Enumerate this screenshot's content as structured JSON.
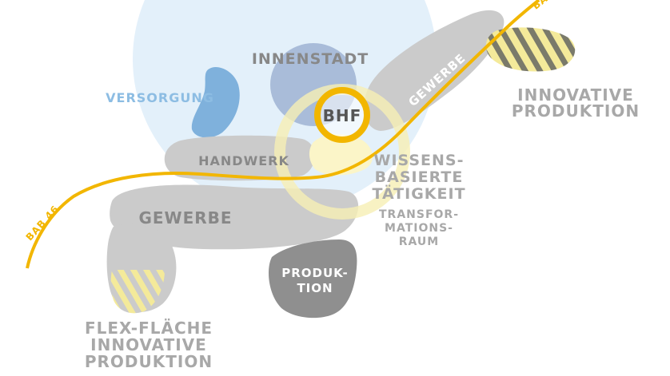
{
  "colors": {
    "background": "#ffffff",
    "city_circle": "#e3f0fa",
    "innenstadt_blob": "#a9bcd9",
    "versorgung_blob": "#7fb1dc",
    "versorgung_text": "#8dbde3",
    "gray_zone": "#cbcbcb",
    "dark_zone": "#8f8f8f",
    "zone_text": "#888888",
    "outside_text": "#a8a8a8",
    "highway": "#f2b600",
    "station_ring": "#f2b600",
    "knowledge_zone": "#fbf5c8",
    "hatch_yellow": "#f4ea9a",
    "hatch_dark": "#7a7a6a"
  },
  "labels": {
    "innenstadt": "INNENSTADT",
    "versorgung": "VERSORGUNG",
    "bhf": "BHF",
    "gewerbe_ne": "GEWERBE",
    "handwerk": "HANDWERK",
    "gewerbe_w": "GEWERBE",
    "wissens_1": "WISSENS-",
    "wissens_2": "BASIERTE",
    "wissens_3": "TÄTIGKEIT",
    "transf_1": "TRANSFOR-",
    "transf_2": "MATIONS-",
    "transf_3": "RAUM",
    "produk_1": "PRODUK-",
    "produk_2": "TION",
    "innovative_1": "INNOVATIVE",
    "innovative_2": "PRODUKTION",
    "flex_1": "FLEX-FLÄCHE",
    "flex_2": "INNOVATIVE",
    "flex_3": "PRODUKTION",
    "bab_w": "BAB 46",
    "bab_ne": "BA"
  }
}
